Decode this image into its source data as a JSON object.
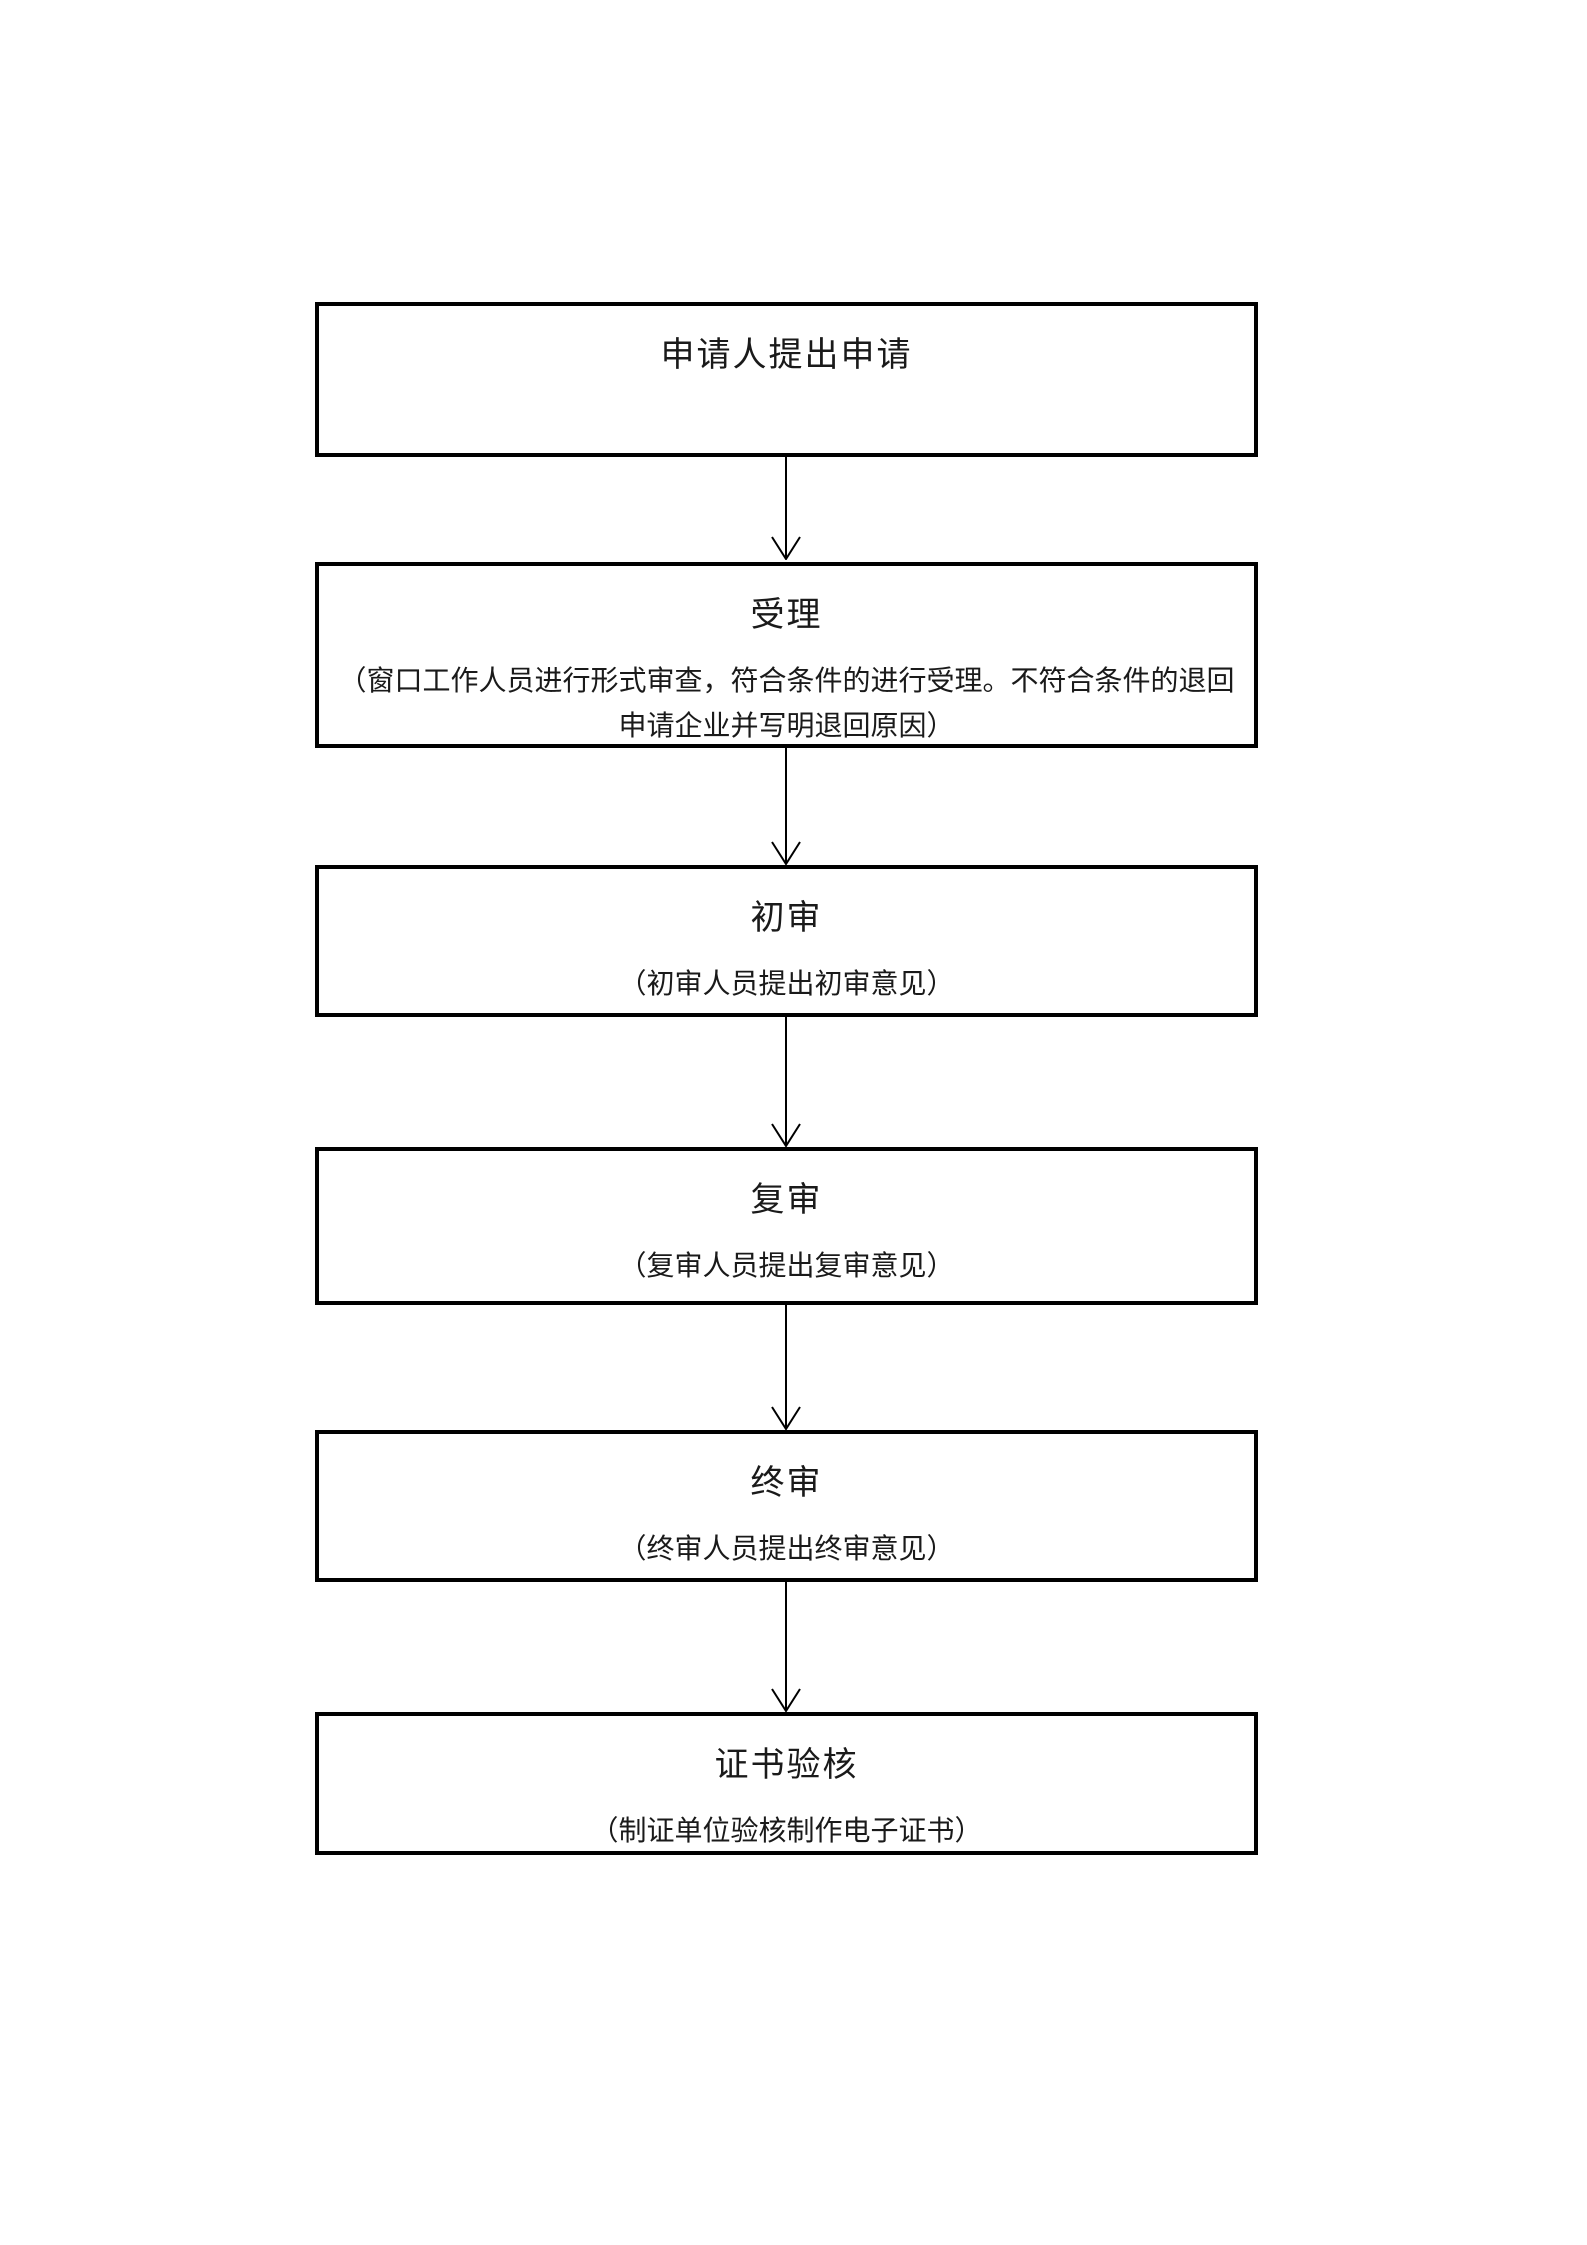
{
  "flowchart": {
    "steps": [
      {
        "title": "申请人提出申请",
        "subtitle": ""
      },
      {
        "title": "受理",
        "subtitle": "（窗口工作人员进行形式审查，符合条件的进行受理。不符合条件的退回申请企业并写明退回原因）"
      },
      {
        "title": "初审",
        "subtitle": "（初审人员提出初审意见）"
      },
      {
        "title": "复审",
        "subtitle": "（复审人员提出复审意见）"
      },
      {
        "title": "终审",
        "subtitle": "（终审人员提出终审意见）"
      },
      {
        "title": "证书验核",
        "subtitle": "（制证单位验核制作电子证书）"
      }
    ],
    "colors": {
      "border": "#000000",
      "text": "#1a1a1a",
      "background": "#ffffff"
    }
  }
}
